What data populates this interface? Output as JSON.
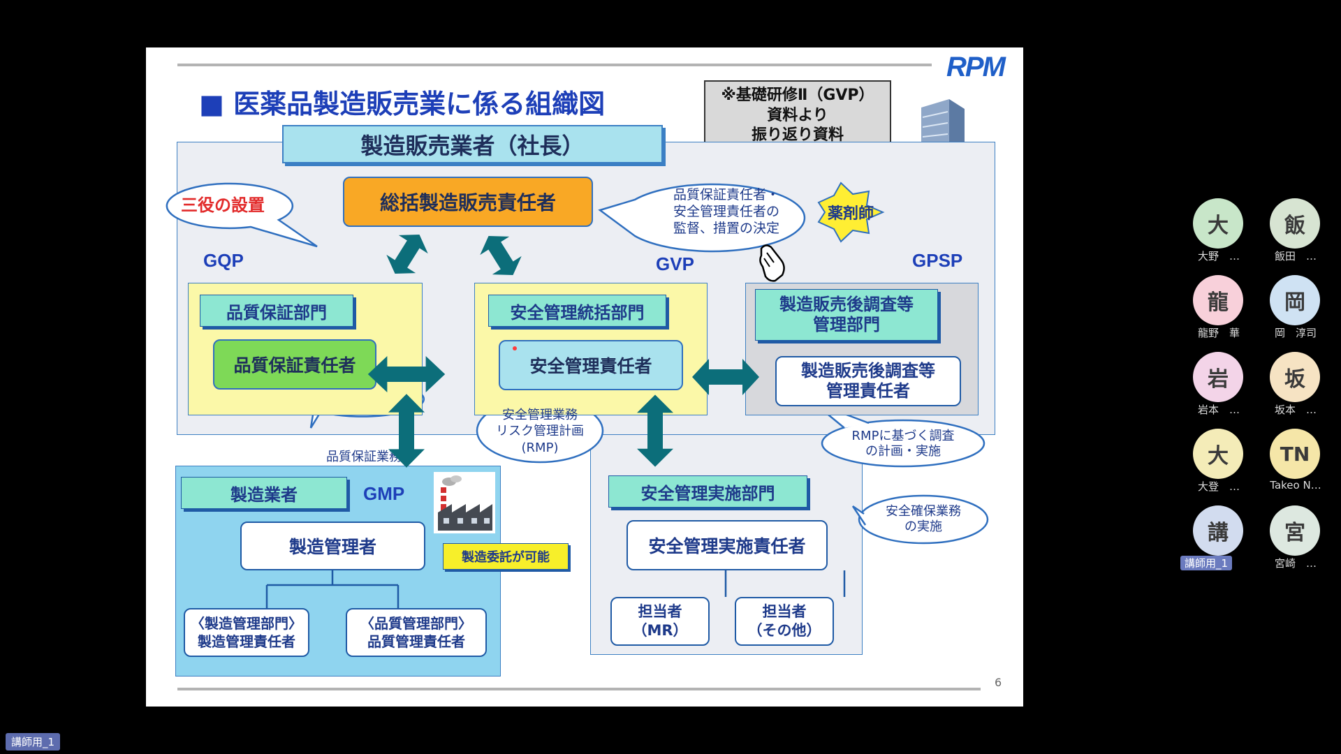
{
  "slide": {
    "title": "■ 医薬品製造販売業に係る組織図",
    "note_lines": [
      "※基礎研修Ⅱ（GVP）",
      "資料より",
      "振り返り資料"
    ],
    "logo": "RPM",
    "page_number": "6",
    "president": "製造販売業者（社長）",
    "three_roles": "三役の設置",
    "general_manager": "総括製造販売責任者",
    "supervision_lines": [
      "品質保証責任者・",
      "安全管理責任者の",
      "監督、措置の決定"
    ],
    "pharmacist": "薬剤師",
    "gqp": {
      "label": "GQP",
      "dept": "品質保証部門",
      "manager": "品質保証責任者",
      "task": "品質保証業務"
    },
    "gvp": {
      "label": "GVP",
      "dept": "安全管理統括部門",
      "manager": "安全管理責任者",
      "task_lines": [
        "安全管理業務",
        "リスク管理計画",
        "(RMP)"
      ]
    },
    "gpsp": {
      "label": "GPSP",
      "dept_lines": [
        "製造販売後調査等",
        "管理部門"
      ],
      "manager_lines": [
        "製造販売後調査等",
        "管理責任者"
      ],
      "task_lines": [
        "RMPに基づく調査",
        "の計画・実施"
      ]
    },
    "gmp": {
      "label": "GMP",
      "dept": "製造業者",
      "manager": "製造管理者",
      "outsource": "製造委託が可能",
      "sub1_lines": [
        "〈製造管理部門〉",
        "製造管理責任者"
      ],
      "sub2_lines": [
        "〈品質管理部門〉",
        "品質管理責任者"
      ]
    },
    "safety_impl": {
      "dept": "安全管理実施部門",
      "manager": "安全管理実施責任者",
      "staff1_lines": [
        "担当者",
        "（MR）"
      ],
      "staff2_lines": [
        "担当者",
        "（その他）"
      ],
      "task_lines": [
        "安全確保業務",
        "の実施"
      ]
    }
  },
  "participants": [
    {
      "initial": "大",
      "name": "大野　…",
      "color": "#c8e6c9"
    },
    {
      "initial": "飯",
      "name": "飯田　…",
      "color": "#d7e4d2"
    },
    {
      "initial": "龍",
      "name": "龍野　華",
      "color": "#f8d0da"
    },
    {
      "initial": "岡",
      "name": "岡　淳司",
      "color": "#cfe2f3"
    },
    {
      "initial": "岩",
      "name": "岩本　…",
      "color": "#f3d4e8"
    },
    {
      "initial": "坂",
      "name": "坂本　…",
      "color": "#f6e3c3"
    },
    {
      "initial": "大",
      "name": "大登　…",
      "color": "#f4ecb8"
    },
    {
      "initial": "TN",
      "name": "Takeo N…",
      "color": "#f5e6a8"
    },
    {
      "initial": "講",
      "name": "講師用_1",
      "color": "#d2dcef"
    },
    {
      "initial": "宮",
      "name": "宮崎　…",
      "color": "#dde8e0"
    }
  ],
  "self_view_label": "講師用_1",
  "colors": {
    "accent": "#1d3fb8",
    "arrow": "#0c6e7a",
    "orange": "#f9a825",
    "green": "#7ed957"
  }
}
